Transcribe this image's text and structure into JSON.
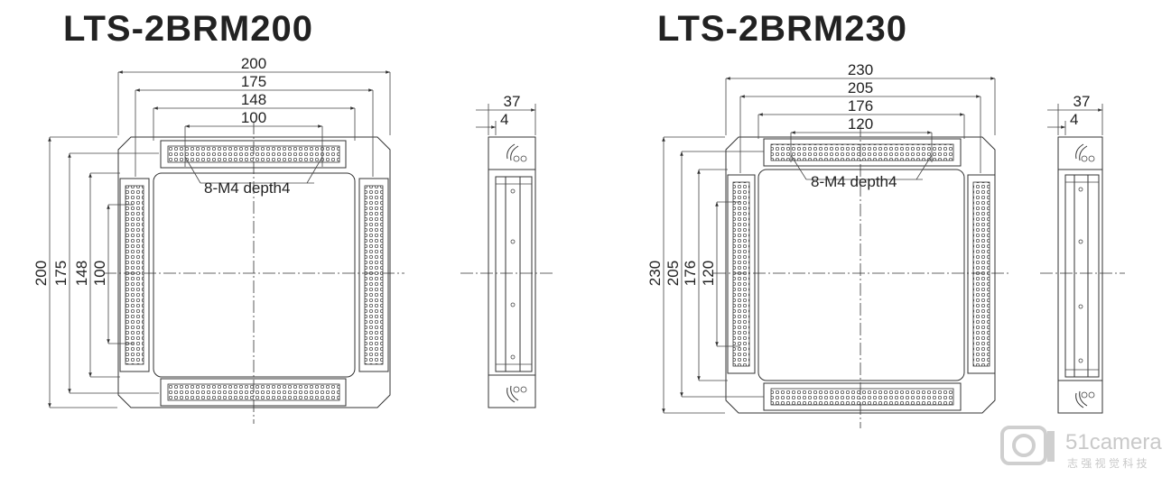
{
  "left": {
    "title": "LTS-2BRM200",
    "dims_horizontal": [
      "200",
      "175",
      "148",
      "100"
    ],
    "dims_vertical": [
      "200",
      "175",
      "148",
      "100"
    ],
    "note": "8-M4 depth4",
    "side_dims": [
      "37",
      "4"
    ]
  },
  "right": {
    "title": "LTS-2BRM230",
    "dims_horizontal": [
      "230",
      "205",
      "176",
      "120"
    ],
    "dims_vertical": [
      "230",
      "205",
      "176",
      "120"
    ],
    "note": "8-M4 depth4",
    "side_dims": [
      "37",
      "4"
    ]
  },
  "watermark": {
    "brand": "51camera",
    "subtitle": "志 强 视 觉 科 技"
  }
}
